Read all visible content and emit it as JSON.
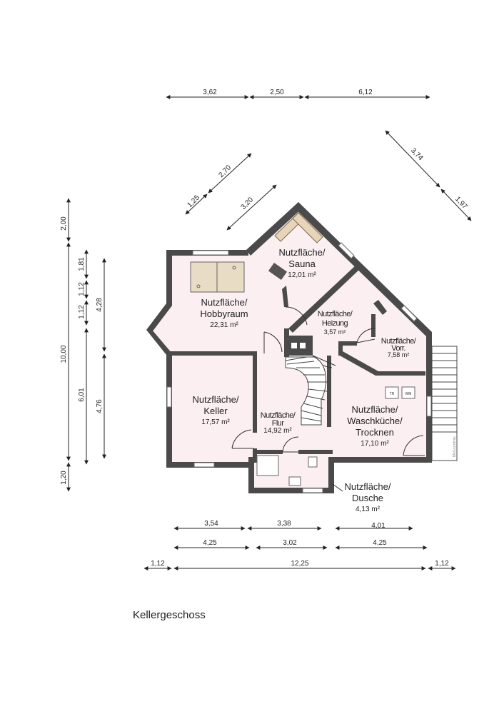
{
  "plan": {
    "title": "Kellergeschoss",
    "watermark": "MeGrundriss",
    "rooms": [
      {
        "name_line1": "Nutzfläche/",
        "name_line2": "Sauna",
        "name_line3": "",
        "area": "12,01 m²"
      },
      {
        "name_line1": "Nutzfläche/",
        "name_line2": "Hobbyraum",
        "name_line3": "",
        "area": "22,31 m²"
      },
      {
        "name_line1": "Nutzfläche/",
        "name_line2": "Heizung",
        "name_line3": "",
        "area": "3,57 m²"
      },
      {
        "name_line1": "Nutzfläche/",
        "name_line2": "Vorr.",
        "name_line3": "",
        "area": "7,58 m²"
      },
      {
        "name_line1": "Nutzfläche/",
        "name_line2": "Keller",
        "name_line3": "",
        "area": "17,57 m²"
      },
      {
        "name_line1": "Nutzfläche/",
        "name_line2": "Flur",
        "name_line3": "",
        "area": "14,92 m²"
      },
      {
        "name_line1": "Nutzfläche/",
        "name_line2": "Waschküche/",
        "name_line3": "Trocknen",
        "area": "17,10 m²"
      },
      {
        "name_line1": "Nutzfläche/",
        "name_line2": "Dusche",
        "name_line3": "",
        "area": "4,13 m²"
      }
    ],
    "appliances": {
      "tr": "TR",
      "wm": "WM"
    },
    "dims_top": [
      "3,62",
      "2,50",
      "6,12"
    ],
    "dims_diag_right": [
      "3,74",
      "1,97"
    ],
    "dims_diag_left": [
      "1,25",
      "2,70",
      "3,20"
    ],
    "dims_left_outer": [
      "2,00",
      "10,00",
      "1,20"
    ],
    "dims_left_mid": [
      "1,81",
      "1,12",
      "1,12",
      "6,01"
    ],
    "dims_left_inner": [
      "4,28",
      "4,76"
    ],
    "dims_bottom_row1": [
      "3,54",
      "3,38",
      "4,01"
    ],
    "dims_bottom_row2": [
      "4,25",
      "3,02",
      "4,25"
    ],
    "dims_bottom_row3": [
      "1,12",
      "12,25",
      "1,12"
    ]
  }
}
